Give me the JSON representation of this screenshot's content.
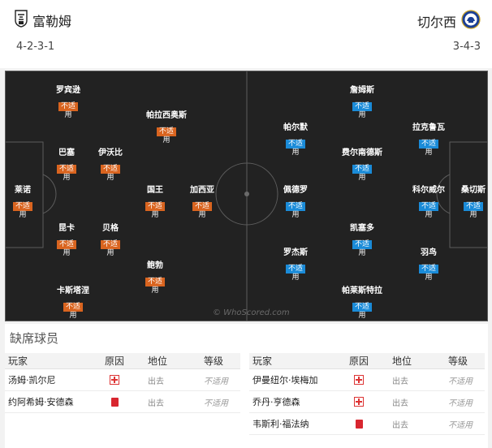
{
  "header": {
    "home": {
      "name": "富勒姆",
      "formation": "4-2-3-1",
      "crest": "fulham-crest-icon"
    },
    "away": {
      "name": "切尔西",
      "formation": "3-4-3",
      "crest": "chelsea-crest-icon"
    }
  },
  "colors": {
    "home_status": "#d9641f",
    "away_status": "#1a8bd8",
    "pitch": "#222222",
    "injury": "#d33333",
    "red_card": "#d8262f"
  },
  "pitch": {
    "watermark": "© WhoScored.com",
    "home_players": [
      {
        "name": "罗宾逊",
        "status": "不适",
        "avail": "用"
      },
      {
        "name": "帕拉西奥斯",
        "status": "不适",
        "avail": "用"
      },
      {
        "name": "巴塞",
        "status": "不适",
        "avail": "用"
      },
      {
        "name": "伊沃比",
        "status": "不适",
        "avail": "用"
      },
      {
        "name": "莱诺",
        "status": "不适",
        "avail": "用"
      },
      {
        "name": "国王",
        "status": "不适",
        "avail": "用"
      },
      {
        "name": "加西亚",
        "status": "不适",
        "avail": "用"
      },
      {
        "name": "昆卡",
        "status": "不适",
        "avail": "用"
      },
      {
        "name": "贝格",
        "status": "不适",
        "avail": "用"
      },
      {
        "name": "鲍勃",
        "status": "不适",
        "avail": "用"
      },
      {
        "name": "卡斯塔涅",
        "status": "不适",
        "avail": "用"
      }
    ],
    "away_players": [
      {
        "name": "詹姆斯",
        "status": "不适",
        "avail": "用"
      },
      {
        "name": "帕尔默",
        "status": "不适",
        "avail": "用"
      },
      {
        "name": "拉克鲁瓦",
        "status": "不适",
        "avail": "用"
      },
      {
        "name": "费尔南德斯",
        "status": "不适",
        "avail": "用"
      },
      {
        "name": "佩德罗",
        "status": "不适",
        "avail": "用"
      },
      {
        "name": "科尔威尔",
        "status": "不适",
        "avail": "用"
      },
      {
        "name": "桑切斯",
        "status": "不适",
        "avail": "用"
      },
      {
        "name": "凯塞多",
        "status": "不适",
        "avail": "用"
      },
      {
        "name": "罗杰斯",
        "status": "不适",
        "avail": "用"
      },
      {
        "name": "羽鸟",
        "status": "不适",
        "avail": "用"
      },
      {
        "name": "帕莱斯特拉",
        "status": "不适",
        "avail": "用"
      }
    ]
  },
  "missing": {
    "title": "缺席球员",
    "headers": {
      "player": "玩家",
      "reason": "原因",
      "position": "地位",
      "level": "等级"
    },
    "home": [
      {
        "player": "汤姆·凯尔尼",
        "reason": "injury-icon",
        "position": "出去",
        "level": "不适用"
      },
      {
        "player": "约阿希姆·安德森",
        "reason": "red-card-icon",
        "position": "出去",
        "level": "不适用"
      }
    ],
    "away": [
      {
        "player": "伊曼纽尔·埃梅加",
        "reason": "injury-icon",
        "position": "出去",
        "level": "不适用"
      },
      {
        "player": "乔丹·亨德森",
        "reason": "injury-icon",
        "position": "出去",
        "level": "不适用"
      },
      {
        "player": "韦斯利·福法纳",
        "reason": "red-card-icon",
        "position": "出去",
        "level": "不适用"
      }
    ]
  }
}
